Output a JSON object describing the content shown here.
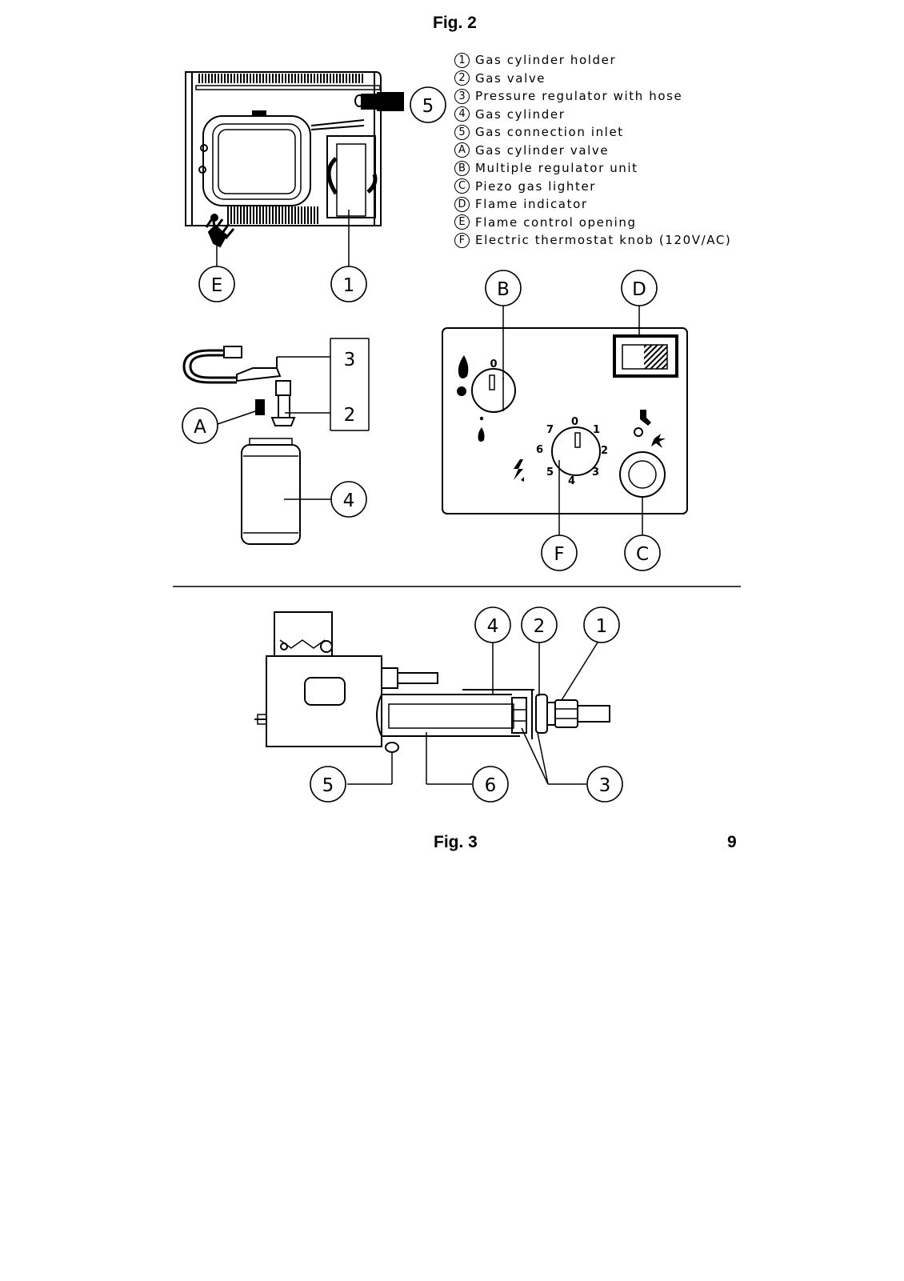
{
  "fig2": {
    "title": "Fig. 2",
    "legend": [
      {
        "key": "1",
        "text": "Gas cylinder holder"
      },
      {
        "key": "2",
        "text": "Gas valve"
      },
      {
        "key": "3",
        "text": "Pressure regulator with hose"
      },
      {
        "key": "4",
        "text": "Gas cylinder"
      },
      {
        "key": "5",
        "text": "Gas connection inlet"
      },
      {
        "key": "A",
        "text": "Gas cylinder valve"
      },
      {
        "key": "B",
        "text": "Multiple regulator unit"
      },
      {
        "key": "C",
        "text": "Piezo gas lighter"
      },
      {
        "key": "D",
        "text": "Flame indicator"
      },
      {
        "key": "E",
        "text": "Flame control opening"
      },
      {
        "key": "F",
        "text": "Electric thermostat knob (120V/AC)"
      }
    ],
    "callouts": {
      "e": "E",
      "one": "1",
      "five": "5",
      "three": "3",
      "two": "2",
      "a": "A",
      "four": "4",
      "b": "B",
      "d": "D",
      "f": "F",
      "c": "C"
    },
    "control_panel": {
      "regulator_scale": "0",
      "thermostat_scale": [
        "0",
        "1",
        "2",
        "3",
        "4",
        "5",
        "6",
        "7"
      ]
    }
  },
  "fig3": {
    "title": "Fig. 3",
    "callouts": {
      "four": "4",
      "two": "2",
      "one": "1",
      "five": "5",
      "six": "6",
      "three": "3"
    }
  },
  "page_number": "9"
}
